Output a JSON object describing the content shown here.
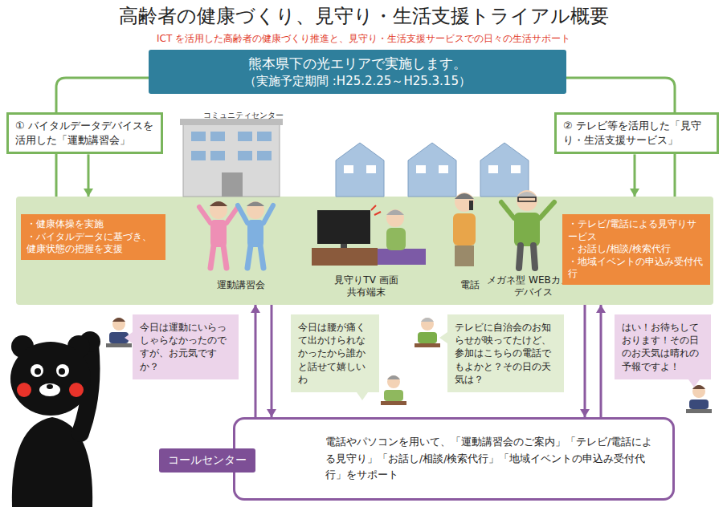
{
  "diagram": {
    "title": "高齢者の健康づくり、見守り・生活支援トライアル概要",
    "nodes": [
      {
        "text": [
          "熊本県下の光エリアで実施します。",
          "（実施予定期間 :H25.2.25～H25.3.15）"
        ]
      },
      {
        "text": [
          "① バイタルデータデバイスを活用した「運動講習会」"
        ]
      },
      {
        "text": [
          "② テレビ等を活用した「見守り・生活支援サービス」"
        ]
      },
      {
        "text": [
          "運動講習会",
          "見守りTV 画面共有端末",
          "電話",
          "メガネ型 WEBカメラデバイス"
        ]
      },
      {
        "text": [
          "・健康体操を実施",
          "・バイタルデータに基づき、健康状態の把握を支援"
        ],
        "in": 3
      },
      {
        "text": [
          "・テレビ/電話による見守りサービス",
          "・お話し/相談/検索代行",
          "・地域イベントの申込み受付代行"
        ],
        "in": 3
      },
      {
        "text": [
          "今日は運動にいらっしゃらなかったのですが、お元気ですか？"
        ]
      },
      {
        "text": [
          "今日は腰が痛くて出かけられなかったから誰かと話せて嬉しいわ"
        ]
      },
      {
        "text": [
          "テレビに自治会のお知らせが映ってたけど、参加はこちらの電話でもよかと？その日の天気は？"
        ]
      },
      {
        "text": [
          "はい！お待ちしております！その日のお天気は晴れの予報ですよ！"
        ]
      },
      {
        "text": [
          "コールセンター",
          "電話やパソコンを用いて、「運動講習会のご案内」「テレビ/電話による見守り」「お話し/相談/検索代行」「地域イベントの申込み受付代行」をサポート"
        ]
      }
    ],
    "edges": [
      {
        "from": 1,
        "to": 3,
        "arrow": "to"
      },
      {
        "from": 2,
        "to": 3,
        "arrow": "to"
      },
      {
        "from": 10,
        "to": 3,
        "arrow": "to"
      },
      {
        "from": 3,
        "to": 10,
        "arrow": "to"
      },
      {
        "from": 3,
        "to": 10,
        "arrow": "to"
      },
      {
        "from": 10,
        "to": 3,
        "arrow": "to"
      }
    ],
    "labels": [
      "ICT を活用した高齢者の健康づくり推進と、見守り・生活支援サービスでの日々の生活サポート",
      "コミュニティセンター"
    ]
  }
}
